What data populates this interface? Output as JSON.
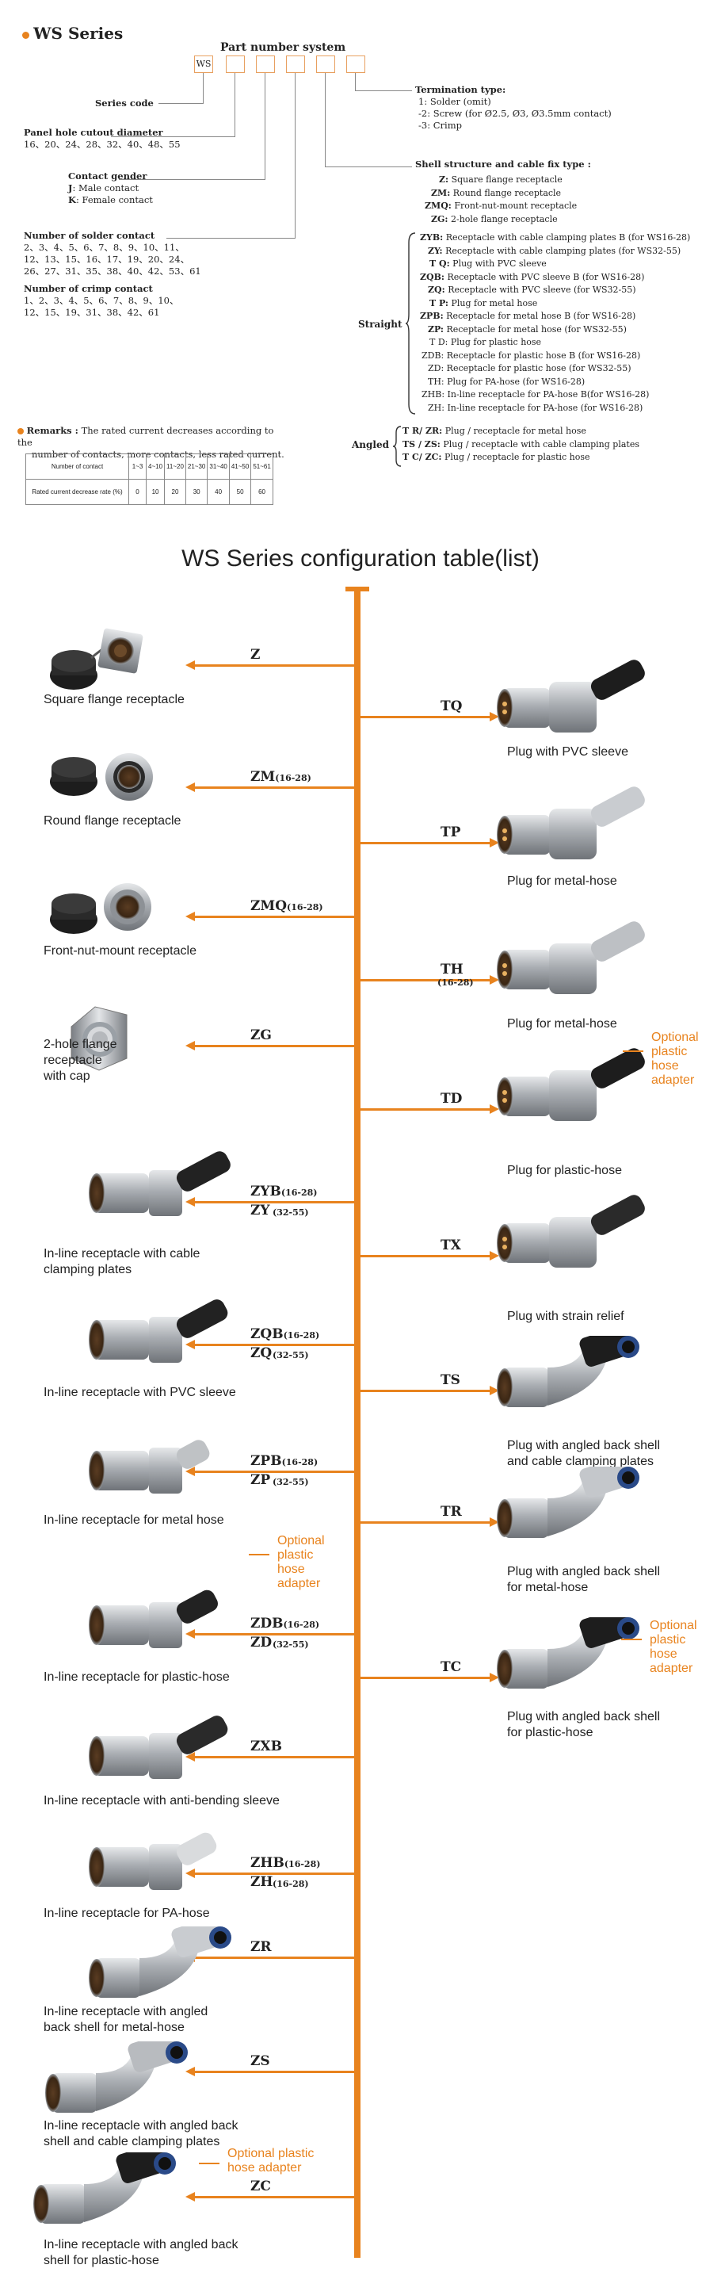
{
  "header": {
    "title": "WS Series",
    "part_title": "Part number system",
    "first_box": "WS"
  },
  "series_code": "Series code",
  "panel": {
    "title": "Panel hole cutout diameter",
    "values": "16、20、24、28、32、40、48、55"
  },
  "gender": {
    "title": "Contact gender",
    "j_code": "J",
    "j_text": ": Male contact",
    "k_code": "K",
    "k_text": ": Female contact"
  },
  "solder": {
    "title": "Number of solder contact",
    "line1": "2、3、4、5、6、7、8、9、10、11、",
    "line2": "12、13、15、16、17、19、20、24、",
    "line3": "26、27、31、35、38、40、42、53、61"
  },
  "crimp": {
    "title": "Number of crimp contact",
    "line1": "1、2、3、4、5、6、7、8、9、10、",
    "line2": "12、15、19、31、38、42、61"
  },
  "termination": {
    "title": "Termination type:",
    "l1": "1: Solder (omit)",
    "l2": "-2: Screw (for Ø2.5, Ø3, Ø3.5mm contact)",
    "l3": "-3: Crimp"
  },
  "shell": {
    "title": "Shell structure and cable fix type :",
    "top": [
      {
        "code": "Z:",
        "text": "Square flange receptacle"
      },
      {
        "code": "ZM:",
        "text": "Round flange receptacle"
      },
      {
        "code": "ZMQ:",
        "text": "Front-nut-mount receptacle"
      },
      {
        "code": "ZG:",
        "text": "2-hole flange receptacle"
      }
    ],
    "straight_label": "Straight",
    "straight": [
      {
        "code": "ZYB:",
        "text": "Receptacle with cable clamping plates B (for WS16-28)"
      },
      {
        "code": "ZY:",
        "text": "Receptacle with cable clamping plates (for WS32-55)"
      },
      {
        "code": "T Q:",
        "text": "Plug with PVC sleeve"
      },
      {
        "code": "ZQB:",
        "text": "Receptacle with PVC sleeve B (for WS16-28)"
      },
      {
        "code": "ZQ:",
        "text": "Receptacle with PVC sleeve (for WS32-55)"
      },
      {
        "code": "T P:",
        "text": "Plug for metal hose"
      },
      {
        "code": "ZPB:",
        "text": "Receptacle for metal hose B (for WS16-28)"
      },
      {
        "code": "ZP:",
        "text": "Receptacle for metal hose (for WS32-55)"
      },
      {
        "code": "T D:",
        "text": "Plug for plastic hose"
      },
      {
        "code": "ZDB:",
        "text": "Receptacle for plastic hose B (for WS16-28)"
      },
      {
        "code": "ZD:",
        "text": "Receptacle for plastic hose (for WS32-55)"
      },
      {
        "code": "TH:",
        "text": "Plug for PA-hose (for WS16-28)"
      },
      {
        "code": "ZHB:",
        "text": "In-line receptacle for PA-hose B(for WS16-28)"
      },
      {
        "code": "ZH:",
        "text": "In-line receptacle for PA-hose (for WS16-28)"
      }
    ],
    "angled_label": "Angled",
    "angled": [
      {
        "code": "T R/ ZR:",
        "text": "Plug / receptacle for metal hose"
      },
      {
        "code": "TS / ZS:",
        "text": "Plug / receptacle with cable clamping plates"
      },
      {
        "code": "T C/ ZC:",
        "text": "Plug / receptacle for plastic hose"
      }
    ]
  },
  "remarks": {
    "label": "Remarks :",
    "text1": "The rated current decreases according to the",
    "text2": "number of contacts, more contacts, less rated current."
  },
  "rate_table": {
    "h1": "Number of contact",
    "h2": "Rated current decrease rate (%)",
    "cols": [
      "1~3",
      "4~10",
      "11~20",
      "21~30",
      "31~40",
      "41~50",
      "51~61"
    ],
    "vals": [
      "0",
      "10",
      "20",
      "30",
      "40",
      "50",
      "60"
    ]
  },
  "config_title": "WS Series configuration table(list)",
  "left": [
    {
      "code": "Z",
      "sub": "",
      "code2": "",
      "sub2": "",
      "label1": "Square flange receptacle",
      "label2": "",
      "label3": ""
    },
    {
      "code": "ZM",
      "sub": "(16-28)",
      "code2": "",
      "sub2": "",
      "label1": "Round flange receptacle",
      "label2": "",
      "label3": ""
    },
    {
      "code": "ZMQ",
      "sub": "(16-28)",
      "code2": "",
      "sub2": "",
      "label1": "Front-nut-mount receptacle",
      "label2": "",
      "label3": ""
    },
    {
      "code": "ZG",
      "sub": "",
      "code2": "",
      "sub2": "",
      "label1": "2-hole flange",
      "label2": "receptacle",
      "label3": "with cap"
    },
    {
      "code": "ZYB",
      "sub": "(16-28)",
      "code2": "ZY",
      "sub2": "(32-55)",
      "label1": "In-line receptacle with cable",
      "label2": "clamping plates",
      "label3": ""
    },
    {
      "code": "ZQB",
      "sub": "(16-28)",
      "code2": "ZQ",
      "sub2": "(32-55)",
      "label1": "In-line receptacle with PVC sleeve",
      "label2": "",
      "label3": ""
    },
    {
      "code": "ZPB",
      "sub": "(16-28)",
      "code2": "ZP",
      "sub2": "(32-55)",
      "label1": "In-line receptacle for metal hose",
      "label2": "",
      "label3": ""
    },
    {
      "code": "ZDB",
      "sub": "(16-28)",
      "code2": "ZD",
      "sub2": "(32-55)",
      "label1": "In-line receptacle for plastic-hose",
      "label2": "",
      "label3": ""
    },
    {
      "code": "ZXB",
      "sub": "",
      "code2": "",
      "sub2": "",
      "label1": "In-line receptacle with anti-bending sleeve",
      "label2": "",
      "label3": ""
    },
    {
      "code": "ZHB",
      "sub": "(16-28)",
      "code2": "ZH",
      "sub2": "(16-28)",
      "label1": "In-line receptacle for PA-hose",
      "label2": "",
      "label3": ""
    },
    {
      "code": "ZR",
      "sub": "",
      "code2": "",
      "sub2": "",
      "label1": "In-line receptacle with angled",
      "label2": "back shell for metal-hose",
      "label3": ""
    },
    {
      "code": "ZS",
      "sub": "",
      "code2": "",
      "sub2": "",
      "label1": "In-line receptacle with angled back",
      "label2": "shell and cable clamping plates",
      "label3": ""
    },
    {
      "code": "ZC",
      "sub": "",
      "code2": "",
      "sub2": "",
      "label1": "In-line receptacle with angled back",
      "label2": "shell for plastic-hose",
      "label3": ""
    }
  ],
  "right": [
    {
      "code": "TQ",
      "sub": "",
      "label1": "Plug with PVC sleeve",
      "label2": ""
    },
    {
      "code": "TP",
      "sub": "",
      "label1": "Plug for metal-hose",
      "label2": ""
    },
    {
      "code": "TH",
      "sub": "(16-28)",
      "label1": "Plug for metal-hose",
      "label2": ""
    },
    {
      "code": "TD",
      "sub": "",
      "label1": "Plug for plastic-hose",
      "label2": ""
    },
    {
      "code": "TX",
      "sub": "",
      "label1": "Plug with strain relief",
      "label2": ""
    },
    {
      "code": "TS",
      "sub": "",
      "label1": "Plug with angled back shell",
      "label2": "and cable clamping plates"
    },
    {
      "code": "TR",
      "sub": "",
      "label1": "Plug with angled back shell",
      "label2": "for metal-hose"
    },
    {
      "code": "TC",
      "sub": "",
      "label1": "Plug with angled back shell",
      "label2": "for plastic-hose"
    }
  ],
  "optional": {
    "l1": "Optional",
    "l2": "plastic",
    "l3": "hose",
    "l4": "adapter",
    "one_line1": "Optional plastic",
    "one_line2": "hose adapter"
  },
  "colors": {
    "accent": "#e8831e",
    "metal": "#b9bcc0",
    "dark": "#1d1d1d"
  }
}
